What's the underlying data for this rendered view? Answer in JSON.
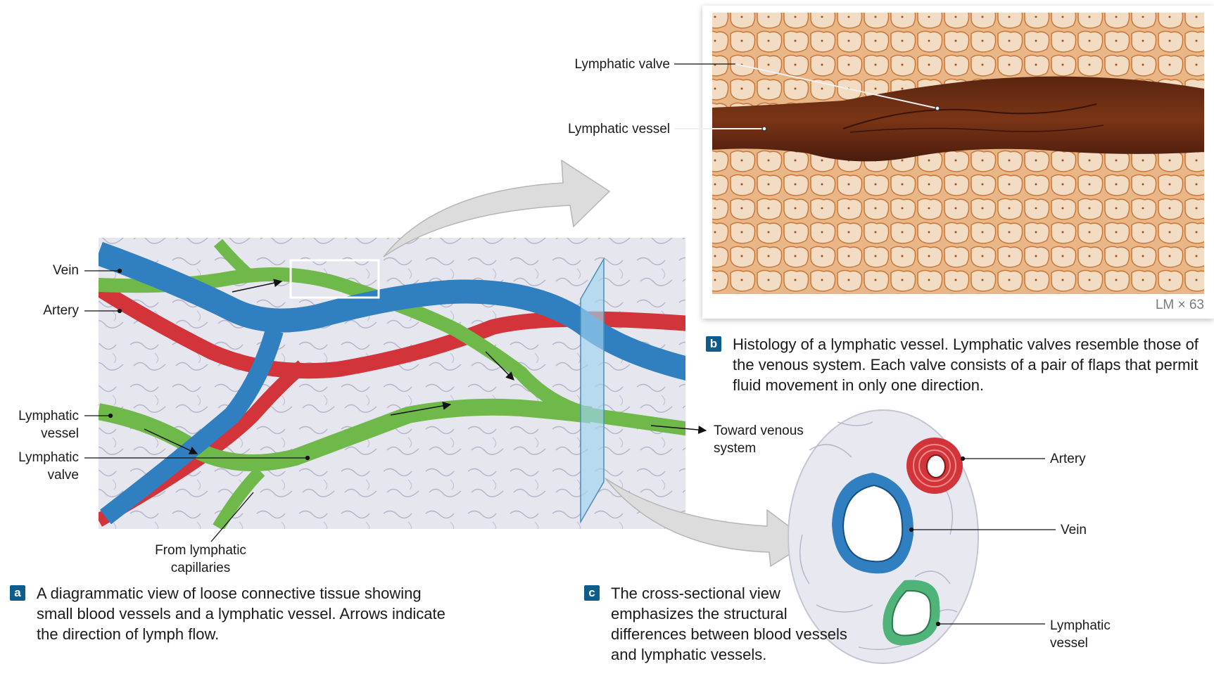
{
  "panel_a": {
    "labels": {
      "vein": "Vein",
      "artery": "Artery",
      "lymphatic_vessel": "Lymphatic vessel",
      "lymphatic_valve": "Lymphatic valve",
      "from_capillaries": "From lymphatic capillaries",
      "toward_venous": "Toward venous system"
    },
    "badge": "a",
    "caption": "A diagrammatic view of loose connective tissue showing small blood vessels and a lymphatic vessel. Arrows indicate the direction of lymph flow."
  },
  "panel_b": {
    "labels": {
      "lymphatic_valve": "Lymphatic valve",
      "lymphatic_vessel": "Lymphatic vessel"
    },
    "magnification": "LM × 63",
    "badge": "b",
    "caption": "Histology of a lymphatic vessel. Lymphatic valves resemble those of the venous system. Each valve consists of a pair of flaps that permit fluid movement in only one direction."
  },
  "panel_c": {
    "labels": {
      "artery": "Artery",
      "vein": "Vein",
      "lymphatic_vessel": "Lymphatic vessel"
    },
    "badge": "c",
    "caption": "The cross-sectional view emphasizes the structural differences between blood vessels and lymphatic vessels."
  },
  "colors": {
    "vein": "#2f7fc1",
    "artery": "#d2343a",
    "lymphatic": "#6fb84a",
    "badge": "#0d5c8e",
    "tissue": "#e4e4ee"
  }
}
